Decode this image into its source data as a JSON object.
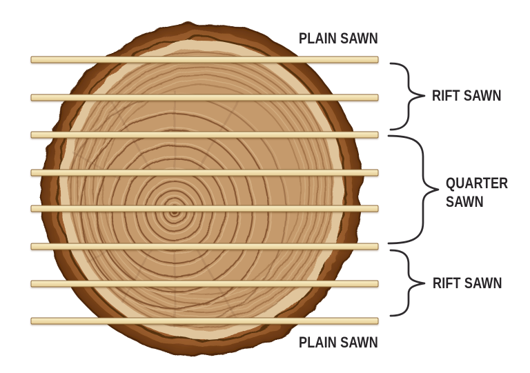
{
  "diagram": {
    "labels": {
      "plain_sawn_top": "PLAIN SAWN",
      "rift_sawn_top": "RIFT SAWN",
      "quarter_sawn_line1": "QUARTER",
      "quarter_sawn_line2": "SAWN",
      "rift_sawn_bottom": "RIFT SAWN",
      "plain_sawn_bottom": "PLAIN SAWN"
    },
    "cut_groups_top_to_bottom": [
      "PLAIN SAWN",
      "RIFT SAWN",
      "QUARTER SAWN",
      "RIFT SAWN",
      "PLAIN SAWN"
    ],
    "boards": {
      "count": 8
    },
    "colors": {
      "background": "#ffffff",
      "label_text": "#272427",
      "brace": "#2e2b2e",
      "bark_outer": "#66350f",
      "bark_mid": "#a26335",
      "bark_outline": "#4e2807",
      "sapwood": "#e0c59c",
      "heartwood": "#c59a6c",
      "growth_ring_dark": "#7e4e29",
      "growth_ring_light": "#d9b68b",
      "board_face_light": "#f9eec9",
      "board_face_dark": "#e4cb94",
      "board_outline": "#8b6637"
    }
  }
}
